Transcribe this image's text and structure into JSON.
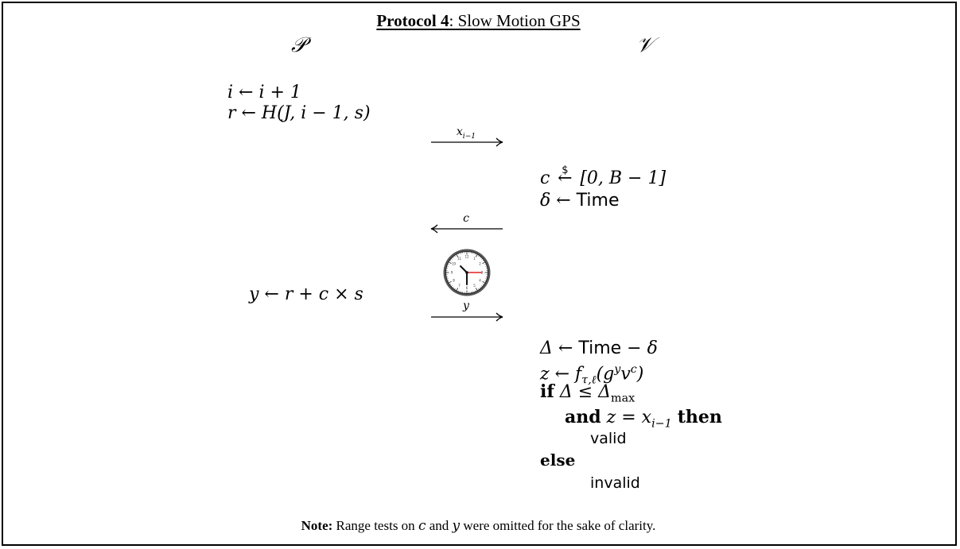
{
  "title": {
    "bold": "Protocol 4",
    "rest": ": Slow Motion GPS"
  },
  "parties": {
    "prover": "𝒫",
    "verifier": "𝒱"
  },
  "prover": {
    "line1": "i ← i + 1",
    "line2": "r ← H(J, i − 1, s)",
    "line3": "y ← r + c × s"
  },
  "messages": {
    "m1": "x",
    "m1_sub": "i−1",
    "m2": "c",
    "m3": "y"
  },
  "verifier": {
    "c_lhs": "c",
    "c_sym": "$",
    "c_rhs": "[0, B − 1]",
    "delta_lhs": "δ ←",
    "time": "Time",
    "Delta_lhs": "Δ ←",
    "Delta_tail": "− δ",
    "z_line": "z ← f",
    "z_sub": "τ,ℓ",
    "z_args": "(g",
    "z_sup1": "y",
    "z_mid": "v",
    "z_sup2": "c",
    "z_close": ")",
    "if_kw": "if",
    "if_cond": "Δ ≤ Δ",
    "if_sub": "max",
    "and_kw": "and",
    "and_cond": "z = x",
    "and_sub": "i−1",
    "then_kw": "then",
    "valid": "valid",
    "else_kw": "else",
    "invalid": "invalid"
  },
  "note": {
    "bold": "Note:",
    "text_a": "Range tests on",
    "var_c": "c",
    "text_b": "and",
    "var_y": "y",
    "text_c": "were omitted for the sake of clarity."
  },
  "colors": {
    "clock_second_hand": "#e02020",
    "border": "#000000"
  },
  "icons": [
    "clock-icon"
  ]
}
